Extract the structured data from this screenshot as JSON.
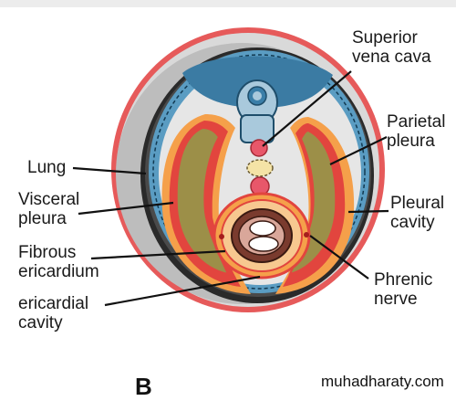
{
  "labels": {
    "superior_vena_cava_1": "Superior",
    "superior_vena_cava_2": "vena cava",
    "parietal_pleura_1": "Parietal",
    "parietal_pleura_2": "pleura",
    "lung": "Lung",
    "visceral_pleura_1": "Visceral",
    "visceral_pleura_2": "pleura",
    "pleural_cavity_1": "Pleural",
    "pleural_cavity_2": "cavity",
    "fibrous_pericardium_1": "Fibrous",
    "fibrous_pericardium_2": "ericardium",
    "phrenic_nerve_1": "Phrenic",
    "phrenic_nerve_2": "nerve",
    "pericardial_cavity_1": "ericardial",
    "pericardial_cavity_2": "cavity"
  },
  "panel_letter": "B",
  "watermark": "muhadharaty.com",
  "colors": {
    "body_wall_outer": "#e65a5a",
    "body_wall_gray": "#d7d7d7",
    "dark_band": "#2b2b2b",
    "pleural_blue": "#3a7ea8",
    "lung_olive": "#9c8f48",
    "serous_red": "#e2453e",
    "pericardial_orange": "#f5a04a",
    "heart_brown": "#7a3b2e",
    "vertebra_blue": "#a9c9dc"
  }
}
